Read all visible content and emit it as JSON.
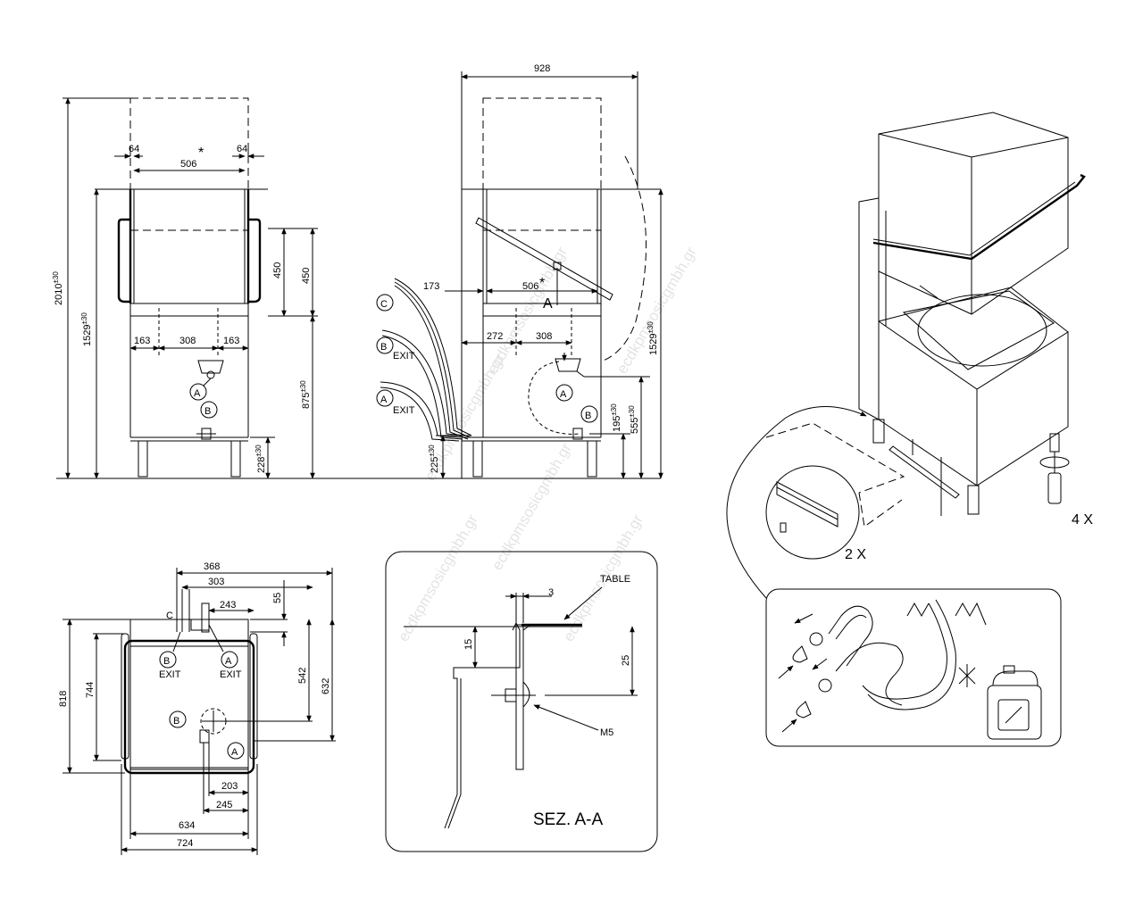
{
  "front_view": {
    "dims": {
      "top_side_left": "64",
      "top_side_right": "64",
      "top_asterisk": "*",
      "top_width": "506",
      "total_height_base": "2010",
      "total_height_tol": "±30",
      "height_closed_base": "1529",
      "height_closed_tol": "±30",
      "lift_stroke": "450",
      "lift_stroke_right": "450",
      "work_height_base": "875",
      "work_height_tol": "±30",
      "side_left": "163",
      "center": "308",
      "side_right": "163",
      "foot_height_base": "228",
      "foot_height_tol": "±30"
    },
    "markers": {
      "a": "A",
      "b": "B"
    }
  },
  "side_view": {
    "dims": {
      "total_width": "928",
      "hood_offset": "173",
      "hood_width": "506",
      "hood_asterisk": "*",
      "left": "272",
      "center": "308",
      "height_base": "1529",
      "height_tol": "±30",
      "outlet_a_base": "555",
      "outlet_a_tol": "±30",
      "outlet_b_base": "195",
      "outlet_b_tol": "±30",
      "inlet_base": "225",
      "inlet_tol": "±30"
    },
    "markers": {
      "c": "C",
      "b": "B",
      "b_label": "EXIT",
      "a": "A",
      "a_label": "EXIT",
      "section_a": "A"
    }
  },
  "plan_view": {
    "dims": {
      "w368": "368",
      "w303": "303",
      "w243": "243",
      "d55": "55",
      "d818": "818",
      "d744": "744",
      "d542": "542",
      "d632": "632",
      "w203": "203",
      "w245": "245",
      "w634": "634",
      "w724": "724"
    },
    "markers": {
      "c": "C",
      "b_exit": "B",
      "b_exit_label": "EXIT",
      "a_exit": "A",
      "a_exit_label": "EXIT",
      "b": "B",
      "a": "A"
    }
  },
  "section": {
    "title": "SEZ. A-A",
    "dims": {
      "gap": "3",
      "depth": "15",
      "height": "25"
    },
    "labels": {
      "table": "TABLE",
      "screw": "M5"
    }
  },
  "iso_view": {
    "feet_count": "4 X",
    "bracket_count": "2 X"
  },
  "watermarks": [
    "ecdkpmsosicgmbh.gr",
    "ecdkpmsosicgmbh.gr",
    "ecdkpmsosicgmbh.gr",
    "ecdkpmsosicgmbh.gr",
    "ecdkpmsosicgmbh.gr",
    "ecdkpmsosicgmbh.gr"
  ]
}
